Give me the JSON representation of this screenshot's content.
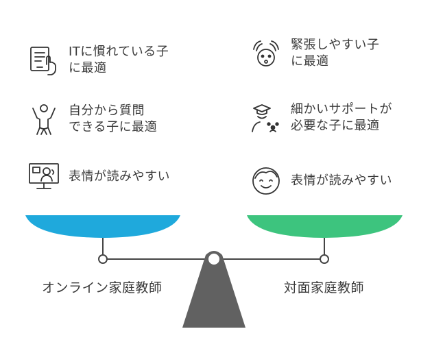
{
  "left": {
    "label": "オンライン家庭教師",
    "color": "#1fa9dc",
    "items": [
      {
        "text": "ITに慣れている子\nに最適",
        "icon": "tablet-touch-icon"
      },
      {
        "text": "自分から質問\nできる子に最適",
        "icon": "raised-hand-person-icon"
      },
      {
        "text": "表情が読みやすい",
        "icon": "video-call-monitor-icon"
      }
    ]
  },
  "right": {
    "label": "対面家庭教師",
    "color": "#3dc47e",
    "items": [
      {
        "text": "緊張しやすい子\nに最適",
        "icon": "nervous-face-icon"
      },
      {
        "text": "細かいサポートが\n必要な子に最適",
        "icon": "teacher-student-icon"
      },
      {
        "text": "表情が読みやすい",
        "icon": "smiling-face-icon"
      }
    ]
  },
  "colors": {
    "fulcrum": "#616161",
    "line": "#444444",
    "text": "#3a3a3a"
  }
}
